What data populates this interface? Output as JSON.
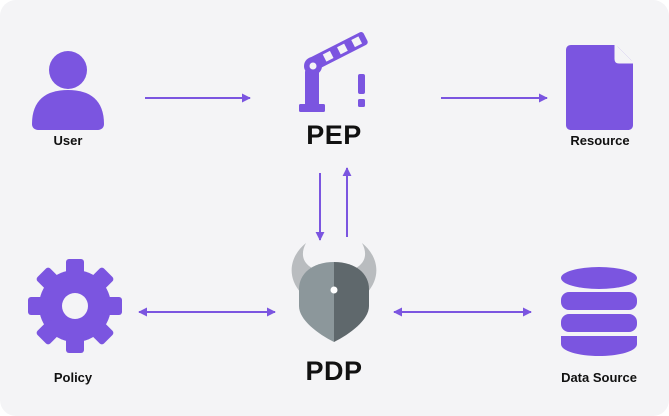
{
  "colors": {
    "accent": "#7b55e0",
    "background": "#f4f4f6",
    "horn": "#b9bcbf",
    "shield_light": "#8c979b",
    "shield_dark": "#5f686c",
    "text": "#111111"
  },
  "nodes": {
    "user": {
      "label": "User",
      "icon": "user-icon"
    },
    "pep": {
      "label": "PEP",
      "icon": "barrier-gate-icon"
    },
    "resource": {
      "label": "Resource",
      "icon": "document-icon"
    },
    "policy": {
      "label": "Policy",
      "icon": "gear-icon"
    },
    "pdp": {
      "label": "PDP",
      "icon": "opa-viking-helmet-icon"
    },
    "data_source": {
      "label": "Data Source",
      "icon": "database-icon"
    }
  },
  "edges": [
    {
      "from": "user",
      "to": "pep",
      "direction": "one-way"
    },
    {
      "from": "pep",
      "to": "resource",
      "direction": "one-way"
    },
    {
      "from": "pep",
      "to": "pdp",
      "direction": "one-way"
    },
    {
      "from": "pdp",
      "to": "pep",
      "direction": "one-way"
    },
    {
      "from": "policy",
      "to": "pdp",
      "direction": "two-way"
    },
    {
      "from": "pdp",
      "to": "data_source",
      "direction": "two-way"
    }
  ]
}
